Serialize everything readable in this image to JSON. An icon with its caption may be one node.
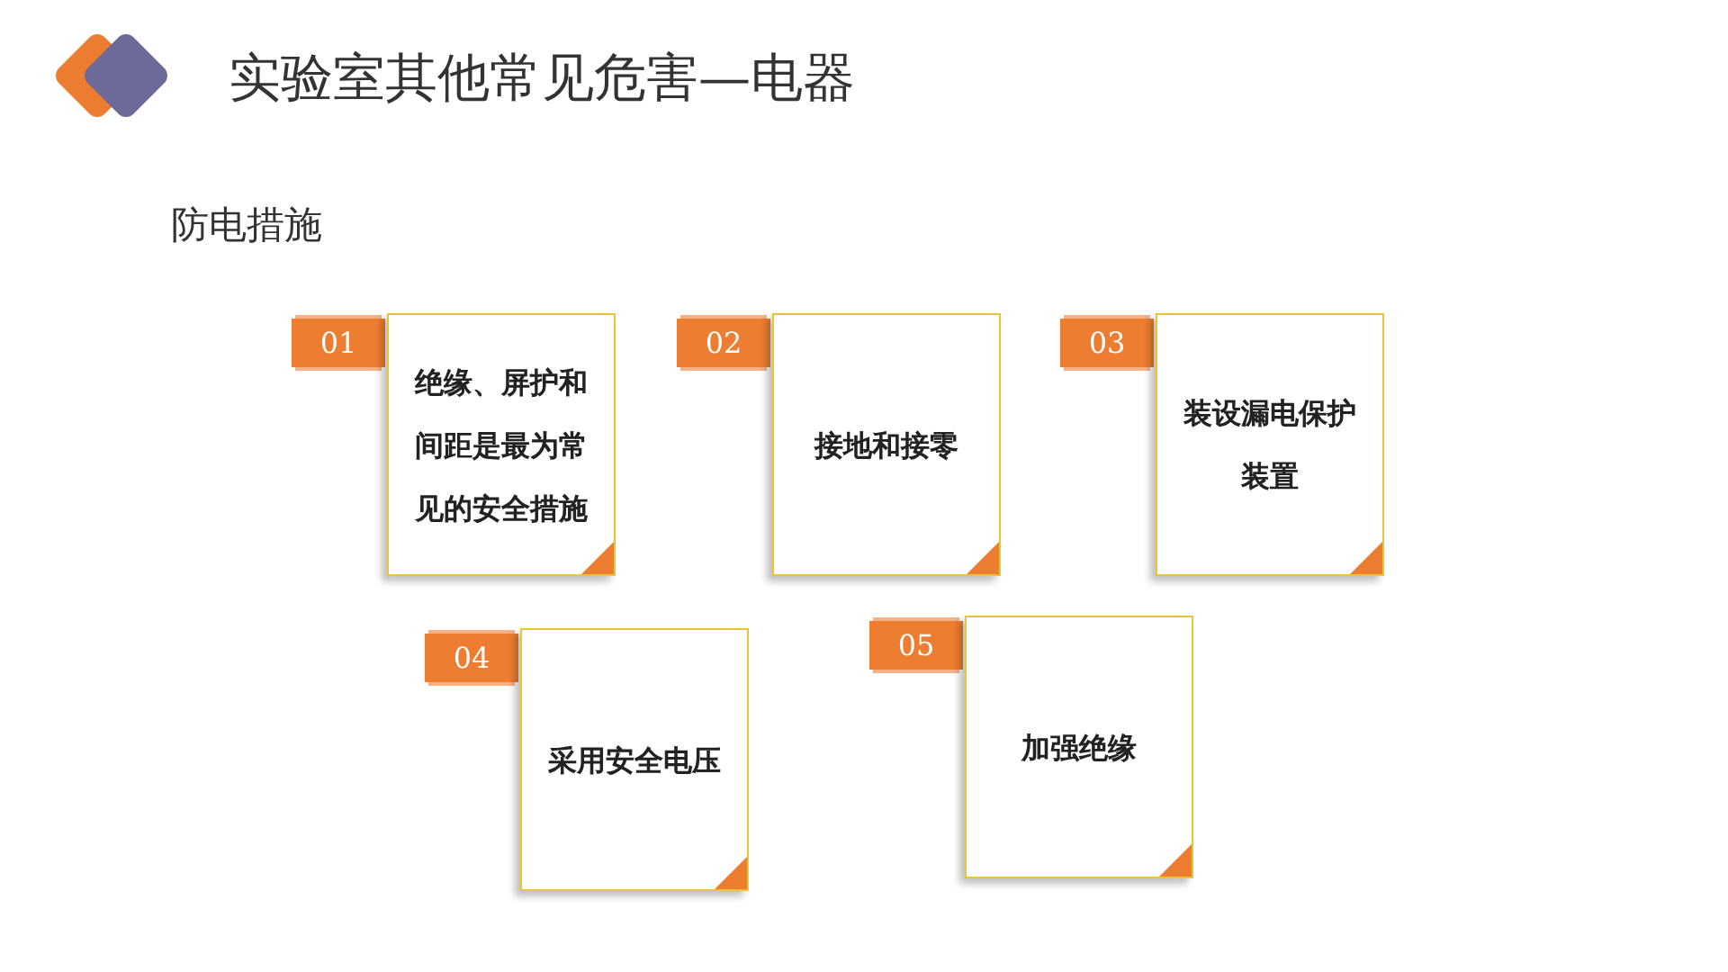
{
  "diagram": {
    "title": "实验室其他常见危害—电器",
    "nodes": [
      {
        "text": [
          "01"
        ]
      },
      {
        "text": [
          "绝缘、屏护和间距是最为常见的安全措施"
        ]
      },
      {
        "text": [
          "02"
        ]
      },
      {
        "text": [
          "接地和接零"
        ]
      },
      {
        "text": [
          "03"
        ]
      },
      {
        "text": [
          "装设漏电保护装置"
        ]
      },
      {
        "text": [
          "04"
        ]
      },
      {
        "text": [
          "采用安全电压"
        ]
      },
      {
        "text": [
          "05"
        ]
      },
      {
        "text": [
          "加强绝缘"
        ]
      }
    ],
    "labels": [
      "防电措施"
    ]
  }
}
